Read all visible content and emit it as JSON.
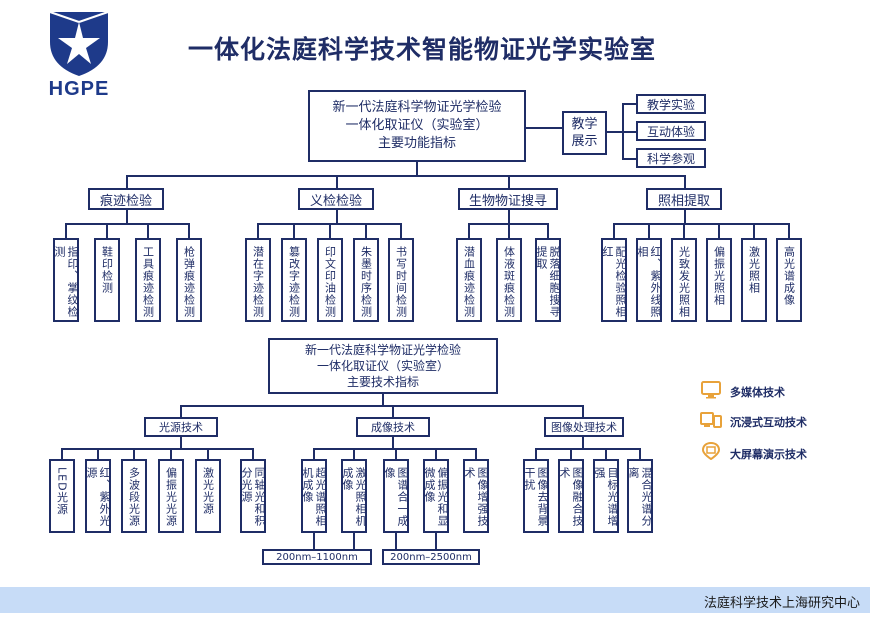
{
  "header": {
    "logo_text": "HGPE",
    "title": "一体化法庭科学技术智能物证光学实验室"
  },
  "top": {
    "main_lines": [
      "新一代法庭科学物证光学检验",
      "一体化取证仪（实验室）",
      "主要功能指标"
    ],
    "teaching_label": "教学\n展示",
    "teaching_items": [
      "教学实验",
      "互动体验",
      "科学参观"
    ],
    "categories": [
      "痕迹检验",
      "义检检验",
      "生物物证搜寻",
      "照相提取"
    ],
    "leaves": [
      "指印、掌纹检测",
      "鞋印检测",
      "工具痕迹检测",
      "枪弹痕迹检测",
      "潜在字迹检测",
      "篡改字迹检测",
      "印文印油检测",
      "朱墨时序检测",
      "书写时间检测",
      "潜血痕迹检测",
      "体液斑痕检测",
      "脱落细胞搜寻提取",
      "配光检验照相红",
      "红、紫外线照相",
      "光致发光照相",
      "偏振光照相",
      "激光照相",
      "高光谱成像"
    ]
  },
  "bottom": {
    "main_lines": [
      "新一代法庭科学物证光学检验",
      "一体化取证仪（实验室）",
      "主要技术指标"
    ],
    "categories": [
      "光源技术",
      "成像技术",
      "图像处理技术"
    ],
    "leaves": [
      "LED光源",
      "红、紫外光源",
      "多波段光源",
      "偏振光光源",
      "激光光源",
      "同轴光和积分光源",
      "超光谱照相机成像",
      "激光照相机成像",
      "图谱合一成像",
      "偏振光和显微成像",
      "图像增强技术",
      "图像去背景干扰",
      "图像融合技术",
      "目标光谱增强",
      "混合光谱分离"
    ],
    "ranges": [
      "200nm–1100nm",
      "200nm–2500nm"
    ]
  },
  "legend": {
    "items": [
      {
        "label": "多媒体技术",
        "icon": "monitor-icon"
      },
      {
        "label": "沉浸式互动技术",
        "icon": "devices-icon"
      },
      {
        "label": "大屏幕演示技术",
        "icon": "location-screen-icon"
      }
    ],
    "accent_color": "#e8a23a"
  },
  "footer": {
    "text": "法庭科学技术上海研究中心"
  },
  "colors": {
    "navy": "#1f2d66",
    "footer_bg": "#c7dcf7",
    "logo_blue": "#1e3a8a"
  }
}
